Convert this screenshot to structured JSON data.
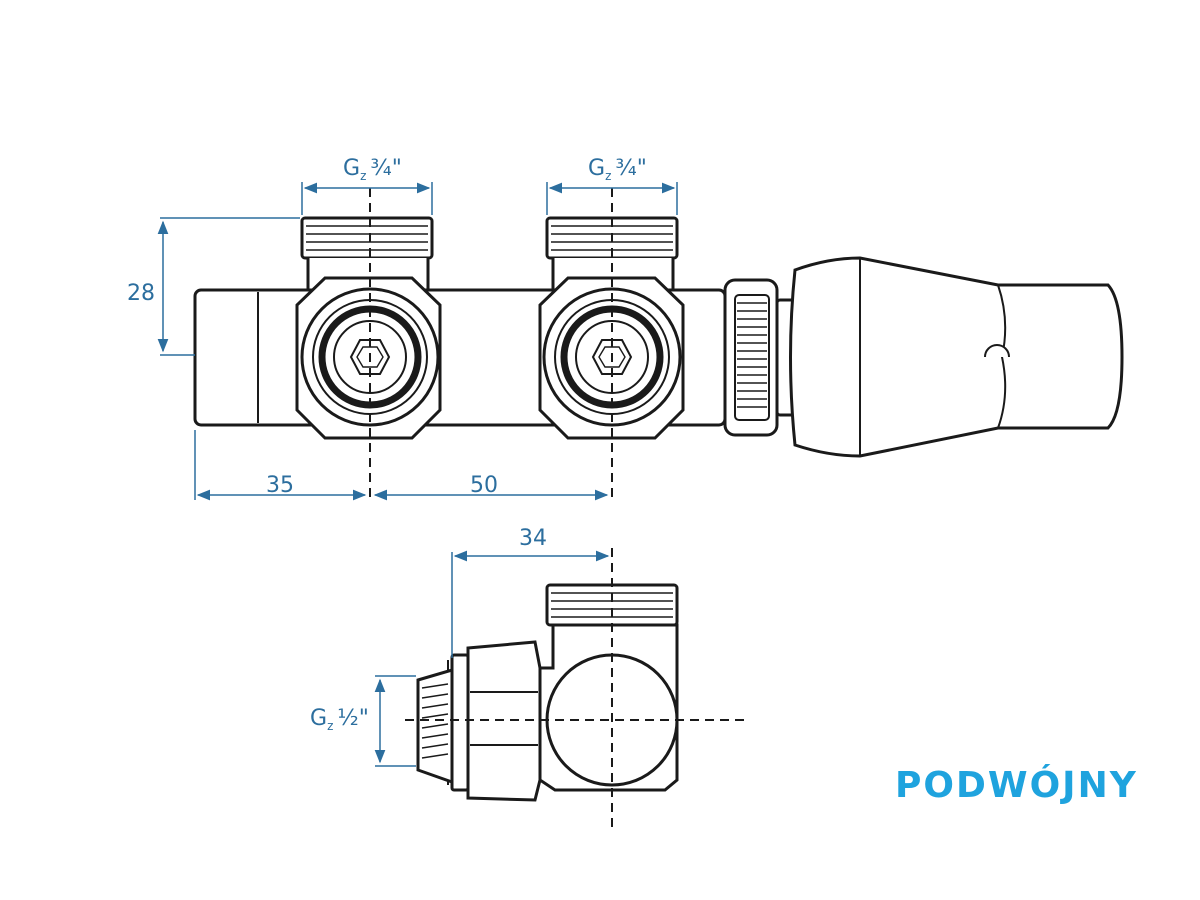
{
  "dimensions": {
    "height_left": "28",
    "spacing_left": "35",
    "spacing_middle": "50",
    "bottom_width": "34"
  },
  "threads": {
    "top_left_label": "G",
    "top_left_sub": "z",
    "top_left_size": "¾\"",
    "top_right_label": "G",
    "top_right_sub": "z",
    "top_right_size": "¾\"",
    "bottom_label": "G",
    "bottom_sub": "z",
    "bottom_size": "½\""
  },
  "product_name": "PODWÓJNY",
  "colors": {
    "outline": "#1a1a1a",
    "dimension": "#2c6e9e",
    "title": "#1fa3de"
  }
}
